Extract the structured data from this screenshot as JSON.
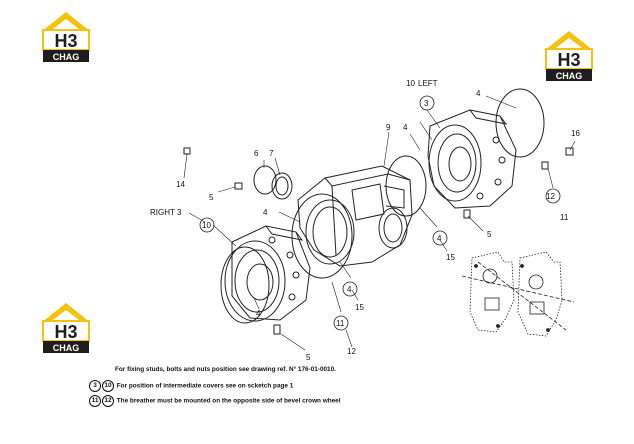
{
  "brand": {
    "line1": "H3",
    "line2": "CHAG",
    "colors": {
      "yellow": "#f4c20d",
      "dark": "#1e1e1e",
      "white": "#ffffff"
    }
  },
  "callouts": {
    "n1": "10",
    "n1b": "LEFT",
    "n2": "4",
    "n3": "3",
    "n4": "9",
    "n5": "4",
    "n6": "16",
    "n7": "6",
    "n8": "7",
    "n9": "14",
    "n10": "5",
    "n11": "12",
    "n12": "11",
    "n13": "RIGHT",
    "n14": "3",
    "n15": "10",
    "n16": "4",
    "n17": "5",
    "n18": "4",
    "n19": "15",
    "n20": "4",
    "n21": "15",
    "n22": "11",
    "n23": "12",
    "n24": "4",
    "n25": "5"
  },
  "notes": {
    "line1": "For  fixing studs, bolts and nuts position see drawing ref. N° 176-01-0010.",
    "line2_a": "3",
    "line2_b": "10",
    "line2_text": "For position of intermediate covers see on scketch page 1",
    "line3_a": "11",
    "line3_b": "12",
    "line3_text": "The breather must be mounted on the opposite side of bevel crown wheel"
  }
}
